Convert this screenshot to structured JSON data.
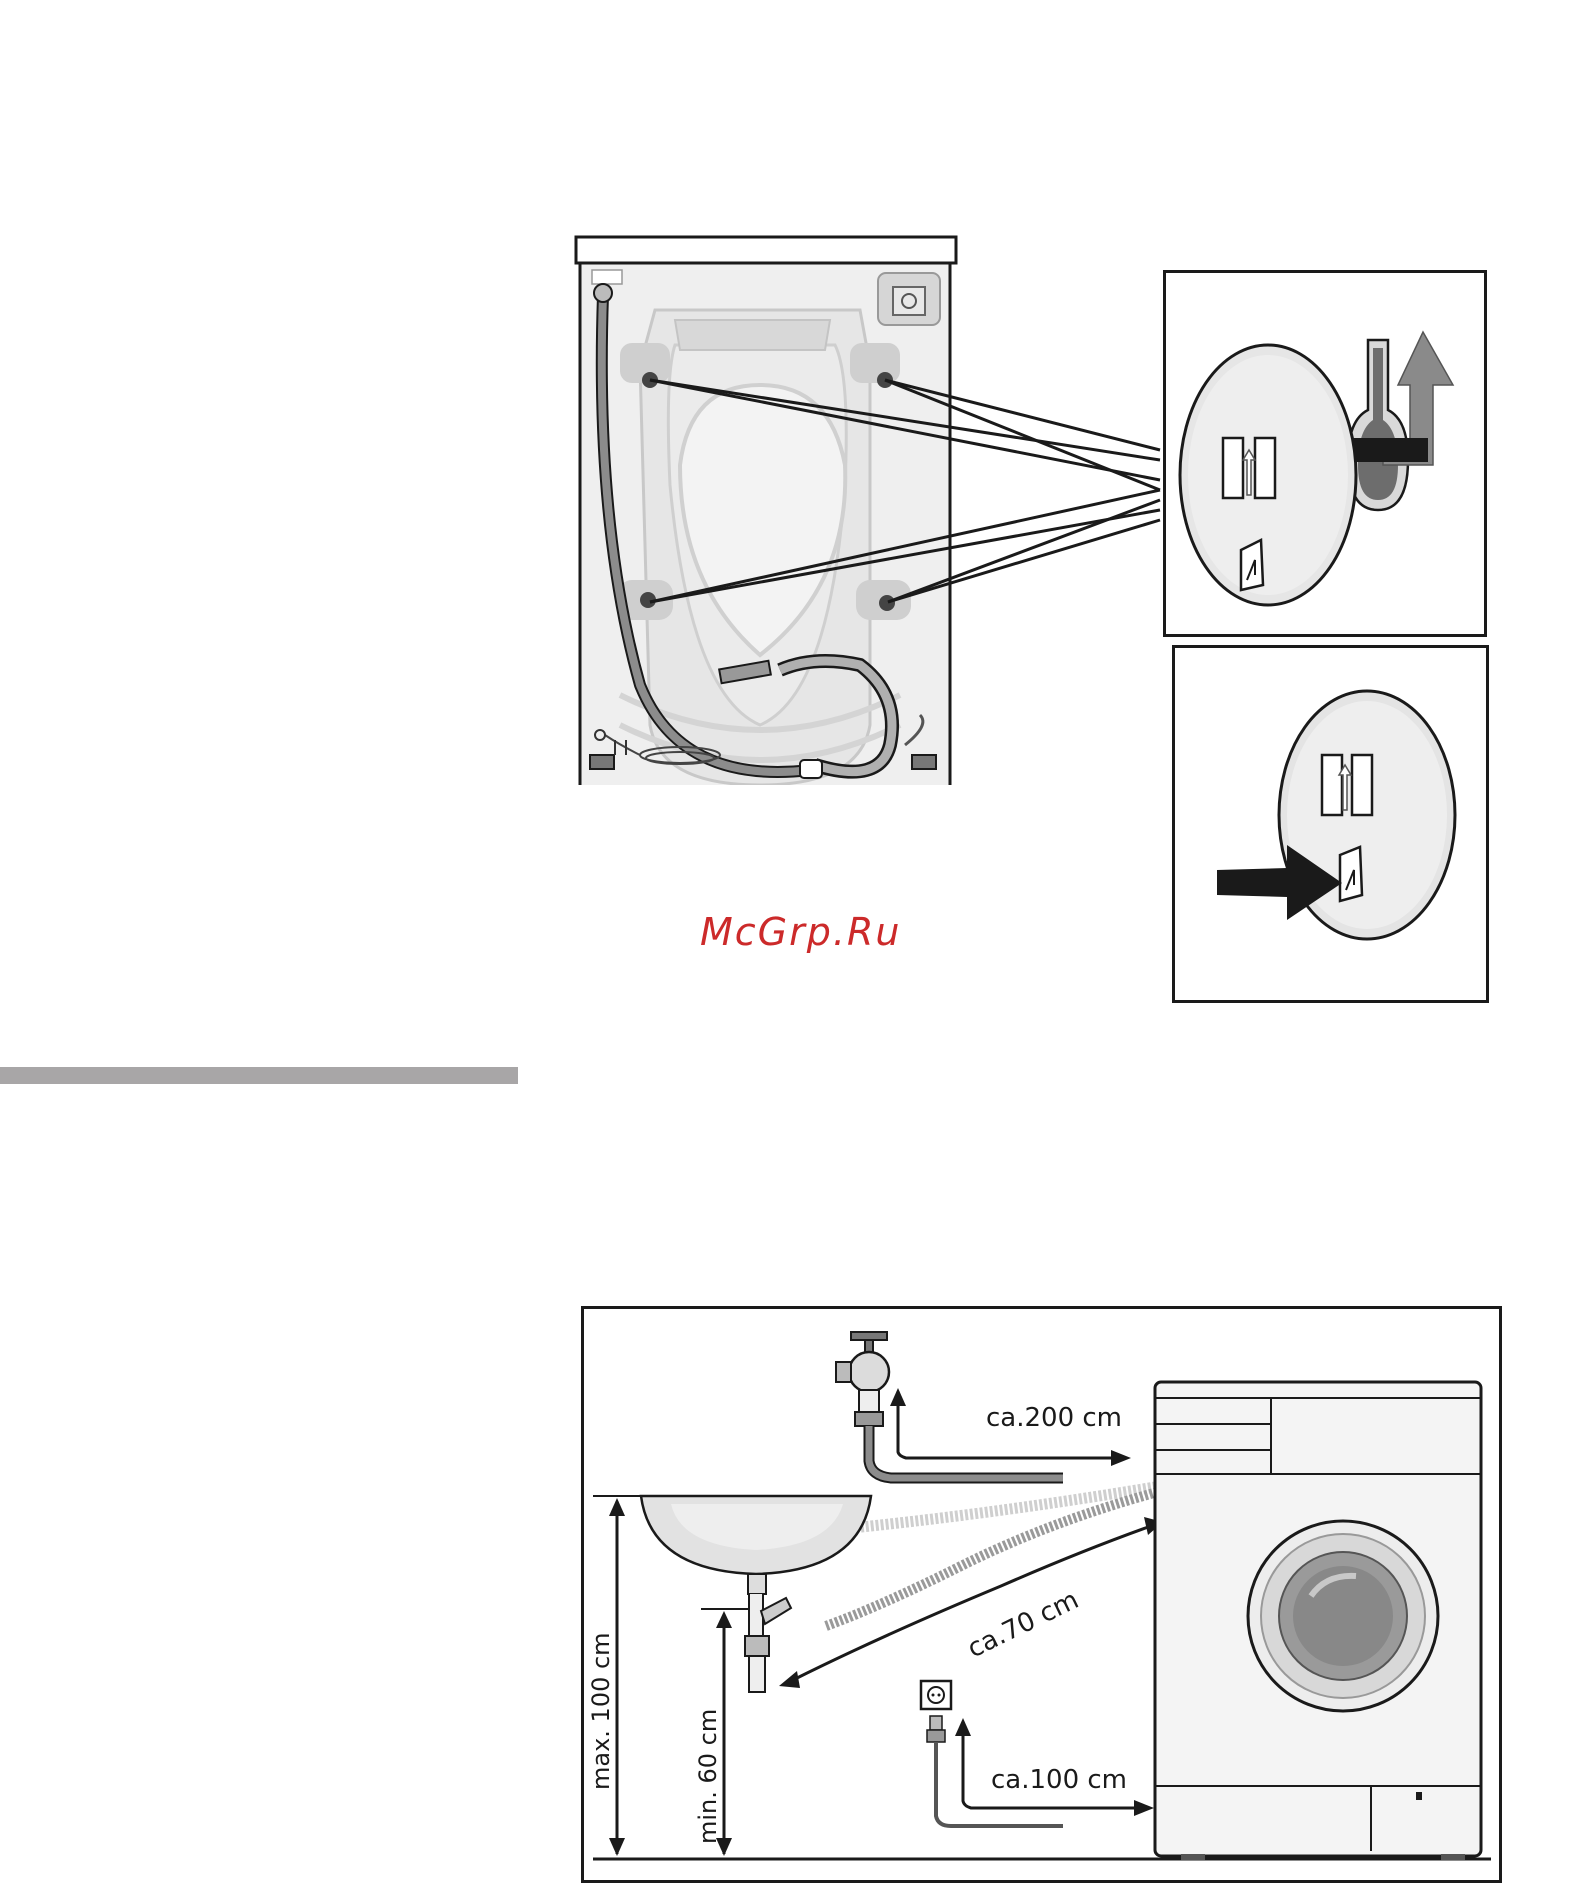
{
  "watermark": "McGrp.Ru",
  "colors": {
    "line": "#1a1a1a",
    "body_fill": "#f2f2f2",
    "panel_fill": "#e4e4e4",
    "hose": "#8c8c8c",
    "divider": "#a8a6a7",
    "watermark": "#cc2a2a"
  },
  "figures": {
    "back_panel": {
      "icons": [
        "washing-machine-rear",
        "transport-bolt-icon",
        "inlet-hose",
        "drain-hose",
        "power-cord"
      ]
    },
    "detail_remove": {
      "icons": [
        "cover-cap-icon",
        "keyhole-slot-icon",
        "arrow-up-icon"
      ]
    },
    "detail_insert": {
      "icons": [
        "cover-cap-icon",
        "arrow-right-icon"
      ]
    },
    "installation": {
      "labels": {
        "tap_distance": "ca.200 cm",
        "drain_distance": "ca.70 cm",
        "socket_distance": "ca.100 cm",
        "max_height": "max. 100 cm",
        "min_height": "min. 60 cm"
      },
      "icons": [
        "water-tap-icon",
        "sink-icon",
        "socket-icon",
        "plug-icon",
        "front-loader-washer"
      ]
    }
  }
}
